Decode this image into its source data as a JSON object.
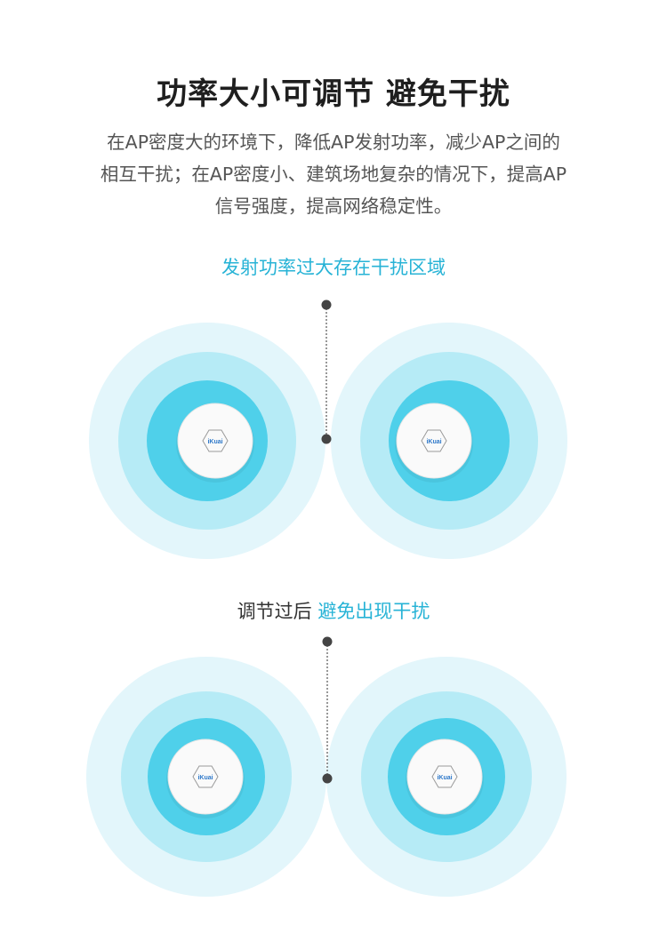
{
  "header": {
    "title": "功率大小可调节 避免干扰",
    "description_lines": [
      "在AP密度大的环境下，降低AP发射功率，减少AP之间的",
      "相互干扰；在AP密度小、建筑场地复杂的情况下，提高AP",
      "信号强度，提高网络稳定性。"
    ]
  },
  "section_before": {
    "caption": "发射功率过大存在干扰区域",
    "ap_logo": "iKuai"
  },
  "section_after": {
    "caption_prefix": "调节过后",
    "caption_highlight": "避免出现干扰",
    "ap_logo": "iKuai"
  },
  "colors": {
    "ring_outer": "#e3f6fb",
    "ring_middle": "#b6ebf6",
    "ring_inner": "#4fd0ea",
    "overlap": "#fcc400",
    "accent_text": "#27b3d6",
    "marker": "#444444"
  },
  "icons": [
    "access-point-icon",
    "hexagon-logo-icon"
  ]
}
